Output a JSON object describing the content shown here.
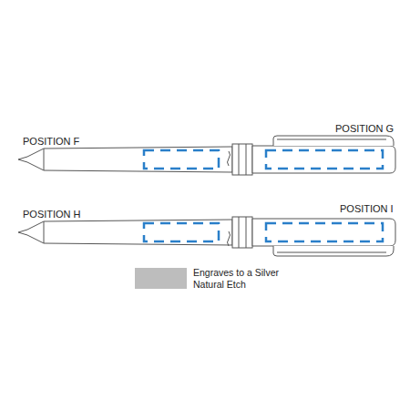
{
  "diagram": {
    "labels": [
      "POSITION F",
      "POSITION G",
      "POSITION H",
      "POSITION I"
    ],
    "legend": [
      {
        "text": "Engraves to a Silver Natural Etch",
        "color": "#bdbdbd"
      }
    ]
  }
}
